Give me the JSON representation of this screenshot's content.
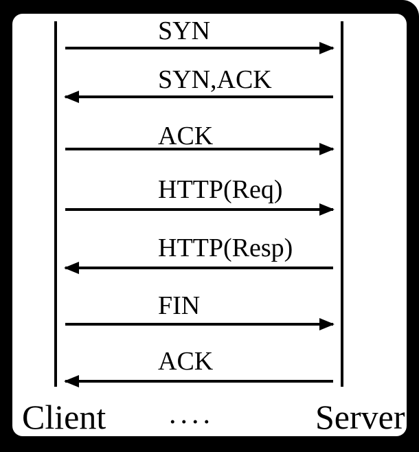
{
  "diagram": {
    "type": "sequence-diagram",
    "subject": "TCP connection with HTTP exchange",
    "actors": {
      "left": "Client",
      "right": "Server",
      "separator_dots": "...."
    },
    "messages": [
      {
        "label": "SYN",
        "direction": "right",
        "from": "Client",
        "to": "Server"
      },
      {
        "label": "SYN,ACK",
        "direction": "left",
        "from": "Server",
        "to": "Client"
      },
      {
        "label": "ACK",
        "direction": "right",
        "from": "Client",
        "to": "Server"
      },
      {
        "label": "HTTP(Req)",
        "direction": "right",
        "from": "Client",
        "to": "Server"
      },
      {
        "label": "HTTP(Resp)",
        "direction": "left",
        "from": "Server",
        "to": "Client"
      },
      {
        "label": "FIN",
        "direction": "right",
        "from": "Client",
        "to": "Server"
      },
      {
        "label": "ACK",
        "direction": "left",
        "from": "Server",
        "to": "Client"
      }
    ],
    "colors": {
      "frame_background": "#000000",
      "panel_background": "#ffffff",
      "ink": "#000000"
    }
  }
}
